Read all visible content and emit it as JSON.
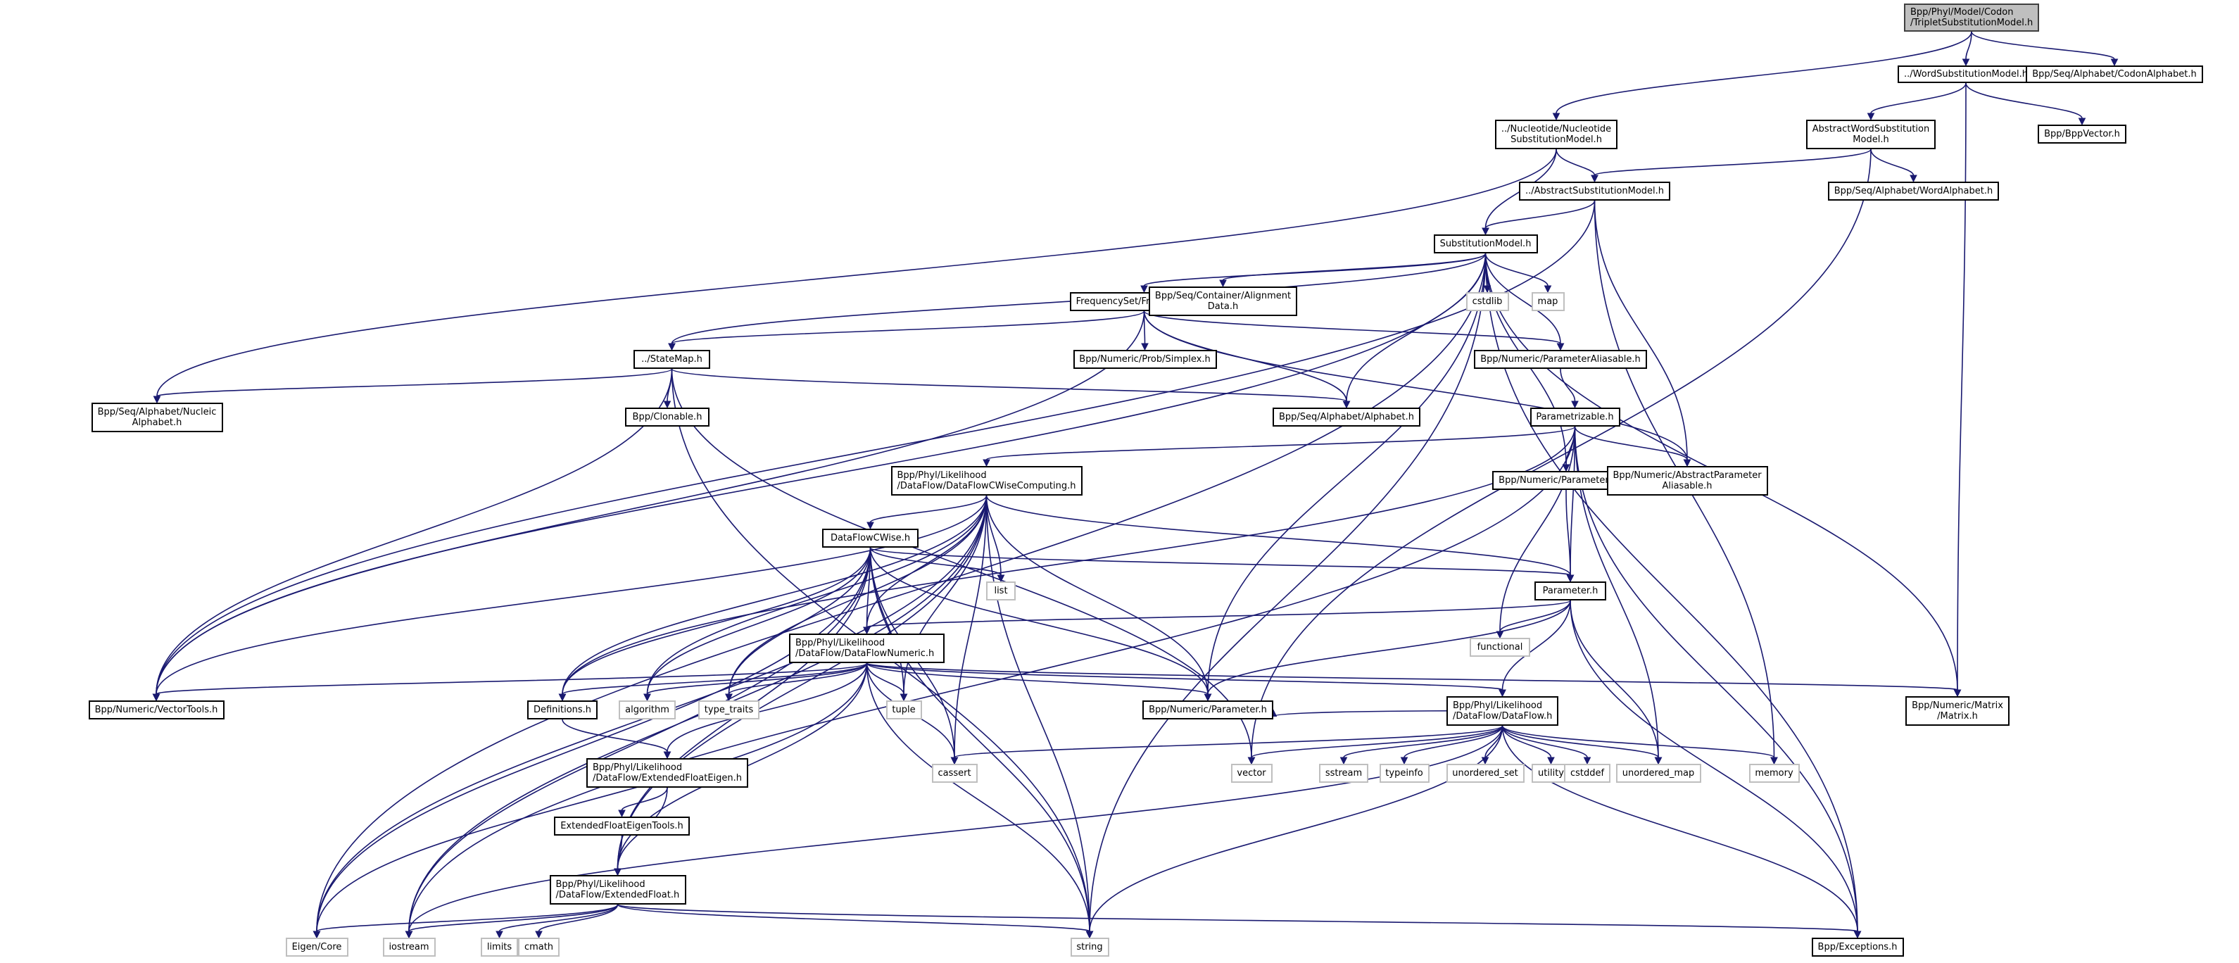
{
  "graph": {
    "title": "Include dependency graph for TripletSubstitutionModel.h",
    "root": "Bpp/Phyl/Model/Codon\n/TripletSubstitutionModel.h",
    "colors": {
      "edge": "#191970",
      "root_fill": "#bfbfbf",
      "project_border": "#000000",
      "system_border": "#bfbfbf"
    },
    "nodes": [
      {
        "id": "root",
        "label": "Bpp/Phyl/Model/Codon\n/TripletSubstitutionModel.h",
        "kind": "root"
      },
      {
        "id": "wordsub",
        "label": "../WordSubstitutionModel.h",
        "kind": "project"
      },
      {
        "id": "codonalpha",
        "label": "Bpp/Seq/Alphabet/CodonAlphabet.h",
        "kind": "project"
      },
      {
        "id": "nucsub",
        "label": "../Nucleotide/Nucleotide\nSubstitutionModel.h",
        "kind": "project"
      },
      {
        "id": "abswordsub",
        "label": "AbstractWordSubstitution\nModel.h",
        "kind": "project"
      },
      {
        "id": "bppvector",
        "label": "Bpp/BppVector.h",
        "kind": "project"
      },
      {
        "id": "abssub",
        "label": "../AbstractSubstitutionModel.h",
        "kind": "project"
      },
      {
        "id": "wordalpha",
        "label": "Bpp/Seq/Alphabet/WordAlphabet.h",
        "kind": "project"
      },
      {
        "id": "submodel",
        "label": "SubstitutionModel.h",
        "kind": "project"
      },
      {
        "id": "freqset",
        "label": "FrequencySet/FrequencySet.h",
        "kind": "project"
      },
      {
        "id": "aligndata",
        "label": "Bpp/Seq/Container/Alignment\nData.h",
        "kind": "project"
      },
      {
        "id": "cstdlib",
        "label": "cstdlib",
        "kind": "system"
      },
      {
        "id": "map",
        "label": "map",
        "kind": "system"
      },
      {
        "id": "statemap",
        "label": "../StateMap.h",
        "kind": "project"
      },
      {
        "id": "simplex",
        "label": "Bpp/Numeric/Prob/Simplex.h",
        "kind": "project"
      },
      {
        "id": "paramalias",
        "label": "Bpp/Numeric/ParameterAliasable.h",
        "kind": "project"
      },
      {
        "id": "nucalpha",
        "label": "Bpp/Seq/Alphabet/Nucleic\nAlphabet.h",
        "kind": "project"
      },
      {
        "id": "clonable",
        "label": "Bpp/Clonable.h",
        "kind": "project"
      },
      {
        "id": "alphabet",
        "label": "Bpp/Seq/Alphabet/Alphabet.h",
        "kind": "project"
      },
      {
        "id": "parametrizable",
        "label": "Parametrizable.h",
        "kind": "project"
      },
      {
        "id": "dfcwc",
        "label": "Bpp/Phyl/Likelihood\n/DataFlow/DataFlowCWiseComputing.h",
        "kind": "project"
      },
      {
        "id": "paramlist",
        "label": "Bpp/Numeric/ParameterList.h",
        "kind": "project"
      },
      {
        "id": "absparamalias",
        "label": "Bpp/Numeric/AbstractParameter\nAliasable.h",
        "kind": "project"
      },
      {
        "id": "dfcwise",
        "label": "DataFlowCWise.h",
        "kind": "project"
      },
      {
        "id": "list",
        "label": "list",
        "kind": "system"
      },
      {
        "id": "parameter",
        "label": "Parameter.h",
        "kind": "project"
      },
      {
        "id": "functional",
        "label": "functional",
        "kind": "system"
      },
      {
        "id": "dfnumeric",
        "label": "Bpp/Phyl/Likelihood\n/DataFlow/DataFlowNumeric.h",
        "kind": "project"
      },
      {
        "id": "vectortools",
        "label": "Bpp/Numeric/VectorTools.h",
        "kind": "project"
      },
      {
        "id": "definitions",
        "label": "Definitions.h",
        "kind": "project"
      },
      {
        "id": "algorithm",
        "label": "algorithm",
        "kind": "system"
      },
      {
        "id": "typetraits",
        "label": "type_traits",
        "kind": "system"
      },
      {
        "id": "tuple",
        "label": "tuple",
        "kind": "system"
      },
      {
        "id": "numparam",
        "label": "Bpp/Numeric/Parameter.h",
        "kind": "project"
      },
      {
        "id": "dataflow",
        "label": "Bpp/Phyl/Likelihood\n/DataFlow/DataFlow.h",
        "kind": "project"
      },
      {
        "id": "matrix",
        "label": "Bpp/Numeric/Matrix\n/Matrix.h",
        "kind": "project"
      },
      {
        "id": "efeigen",
        "label": "Bpp/Phyl/Likelihood\n/DataFlow/ExtendedFloatEigen.h",
        "kind": "project"
      },
      {
        "id": "cassert",
        "label": "cassert",
        "kind": "system"
      },
      {
        "id": "vector",
        "label": "vector",
        "kind": "system"
      },
      {
        "id": "sstream",
        "label": "sstream",
        "kind": "system"
      },
      {
        "id": "typeinfo",
        "label": "typeinfo",
        "kind": "system"
      },
      {
        "id": "unorderedset",
        "label": "unordered_set",
        "kind": "system"
      },
      {
        "id": "utility",
        "label": "utility",
        "kind": "system"
      },
      {
        "id": "cstddef",
        "label": "cstddef",
        "kind": "system"
      },
      {
        "id": "unorderedmap",
        "label": "unordered_map",
        "kind": "system"
      },
      {
        "id": "memory",
        "label": "memory",
        "kind": "system"
      },
      {
        "id": "efeigentools",
        "label": "ExtendedFloatEigenTools.h",
        "kind": "project"
      },
      {
        "id": "extfloat",
        "label": "Bpp/Phyl/Likelihood\n/DataFlow/ExtendedFloat.h",
        "kind": "project"
      },
      {
        "id": "eigencore",
        "label": "Eigen/Core",
        "kind": "system"
      },
      {
        "id": "iostream",
        "label": "iostream",
        "kind": "system"
      },
      {
        "id": "limits",
        "label": "limits",
        "kind": "system"
      },
      {
        "id": "cmath",
        "label": "cmath",
        "kind": "system"
      },
      {
        "id": "string",
        "label": "string",
        "kind": "system"
      },
      {
        "id": "exceptions",
        "label": "Bpp/Exceptions.h",
        "kind": "project"
      }
    ],
    "edges": [
      [
        "root",
        "wordsub"
      ],
      [
        "root",
        "codonalpha"
      ],
      [
        "root",
        "nucsub"
      ],
      [
        "wordsub",
        "abswordsub"
      ],
      [
        "wordsub",
        "bppvector"
      ],
      [
        "wordsub",
        "matrix"
      ],
      [
        "nucsub",
        "abssub"
      ],
      [
        "nucsub",
        "submodel"
      ],
      [
        "nucsub",
        "nucalpha"
      ],
      [
        "abswordsub",
        "abssub"
      ],
      [
        "abswordsub",
        "wordalpha"
      ],
      [
        "abswordsub",
        "vector"
      ],
      [
        "abssub",
        "submodel"
      ],
      [
        "abssub",
        "absparamalias"
      ],
      [
        "abssub",
        "memory"
      ],
      [
        "abssub",
        "vectortools"
      ],
      [
        "submodel",
        "freqset"
      ],
      [
        "submodel",
        "aligndata"
      ],
      [
        "submodel",
        "cstdlib"
      ],
      [
        "submodel",
        "map"
      ],
      [
        "submodel",
        "statemap"
      ],
      [
        "submodel",
        "alphabet"
      ],
      [
        "submodel",
        "paramalias"
      ],
      [
        "submodel",
        "paramlist"
      ],
      [
        "submodel",
        "numparam"
      ],
      [
        "submodel",
        "matrix"
      ],
      [
        "submodel",
        "exceptions"
      ],
      [
        "submodel",
        "vectortools"
      ],
      [
        "submodel",
        "eigencore"
      ],
      [
        "submodel",
        "string"
      ],
      [
        "freqset",
        "simplex"
      ],
      [
        "freqset",
        "alphabet"
      ],
      [
        "freqset",
        "paramalias"
      ],
      [
        "freqset",
        "statemap"
      ],
      [
        "freqset",
        "absparamalias"
      ],
      [
        "freqset",
        "vectortools"
      ],
      [
        "statemap",
        "clonable"
      ],
      [
        "statemap",
        "nucalpha"
      ],
      [
        "statemap",
        "alphabet"
      ],
      [
        "statemap",
        "vectortools"
      ],
      [
        "statemap",
        "string"
      ],
      [
        "statemap",
        "vector"
      ],
      [
        "paramalias",
        "parametrizable"
      ],
      [
        "parametrizable",
        "dfcwc"
      ],
      [
        "parametrizable",
        "paramlist"
      ],
      [
        "parametrizable",
        "absparamalias"
      ],
      [
        "parametrizable",
        "parameter"
      ],
      [
        "parametrizable",
        "functional"
      ],
      [
        "parametrizable",
        "unorderedmap"
      ],
      [
        "parametrizable",
        "exceptions"
      ],
      [
        "parametrizable",
        "definitions"
      ],
      [
        "parametrizable",
        "iostream"
      ],
      [
        "paramlist",
        "parameter"
      ],
      [
        "dfcwc",
        "dfcwise"
      ],
      [
        "dfcwc",
        "list"
      ],
      [
        "dfcwc",
        "parameter"
      ],
      [
        "dfcwc",
        "dfnumeric"
      ],
      [
        "dfcwc",
        "numparam"
      ],
      [
        "dfcwc",
        "definitions"
      ],
      [
        "dfcwc",
        "algorithm"
      ],
      [
        "dfcwc",
        "typetraits"
      ],
      [
        "dfcwc",
        "tuple"
      ],
      [
        "dfcwc",
        "cassert"
      ],
      [
        "dfcwc",
        "string"
      ],
      [
        "dfcwc",
        "eigencore"
      ],
      [
        "dfcwc",
        "iostream"
      ],
      [
        "dfcwc",
        "extfloat"
      ],
      [
        "dfcwc",
        "vectortools"
      ],
      [
        "dfcwise",
        "list"
      ],
      [
        "dfcwise",
        "parameter"
      ],
      [
        "dfcwise",
        "dfnumeric"
      ],
      [
        "dfcwise",
        "numparam"
      ],
      [
        "dfcwise",
        "definitions"
      ],
      [
        "dfcwise",
        "algorithm"
      ],
      [
        "dfcwise",
        "typetraits"
      ],
      [
        "dfcwise",
        "tuple"
      ],
      [
        "dfcwise",
        "cassert"
      ],
      [
        "dfcwise",
        "string"
      ],
      [
        "dfcwise",
        "eigencore"
      ],
      [
        "dfcwise",
        "iostream"
      ],
      [
        "dfcwise",
        "extfloat"
      ],
      [
        "parameter",
        "functional"
      ],
      [
        "parameter",
        "dfnumeric"
      ],
      [
        "parameter",
        "numparam"
      ],
      [
        "parameter",
        "dataflow"
      ],
      [
        "parameter",
        "unorderedmap"
      ],
      [
        "parameter",
        "exceptions"
      ],
      [
        "dfnumeric",
        "vectortools"
      ],
      [
        "dfnumeric",
        "definitions"
      ],
      [
        "dfnumeric",
        "algorithm"
      ],
      [
        "dfnumeric",
        "typetraits"
      ],
      [
        "dfnumeric",
        "tuple"
      ],
      [
        "dfnumeric",
        "numparam"
      ],
      [
        "dfnumeric",
        "dataflow"
      ],
      [
        "dfnumeric",
        "matrix"
      ],
      [
        "dfnumeric",
        "efeigen"
      ],
      [
        "dfnumeric",
        "cassert"
      ],
      [
        "dfnumeric",
        "string"
      ],
      [
        "dfnumeric",
        "eigencore"
      ],
      [
        "dfnumeric",
        "extfloat"
      ],
      [
        "definitions",
        "efeigen"
      ],
      [
        "dataflow",
        "numparam"
      ],
      [
        "dataflow",
        "cassert"
      ],
      [
        "dataflow",
        "vector"
      ],
      [
        "dataflow",
        "sstream"
      ],
      [
        "dataflow",
        "typeinfo"
      ],
      [
        "dataflow",
        "unorderedset"
      ],
      [
        "dataflow",
        "utility"
      ],
      [
        "dataflow",
        "cstddef"
      ],
      [
        "dataflow",
        "unorderedmap"
      ],
      [
        "dataflow",
        "memory"
      ],
      [
        "dataflow",
        "exceptions"
      ],
      [
        "dataflow",
        "string"
      ],
      [
        "dataflow",
        "iostream"
      ],
      [
        "efeigen",
        "efeigentools"
      ],
      [
        "efeigen",
        "extfloat"
      ],
      [
        "efeigentools",
        "extfloat"
      ],
      [
        "extfloat",
        "eigencore"
      ],
      [
        "extfloat",
        "iostream"
      ],
      [
        "extfloat",
        "limits"
      ],
      [
        "extfloat",
        "cmath"
      ],
      [
        "extfloat",
        "string"
      ],
      [
        "extfloat",
        "exceptions"
      ]
    ]
  }
}
